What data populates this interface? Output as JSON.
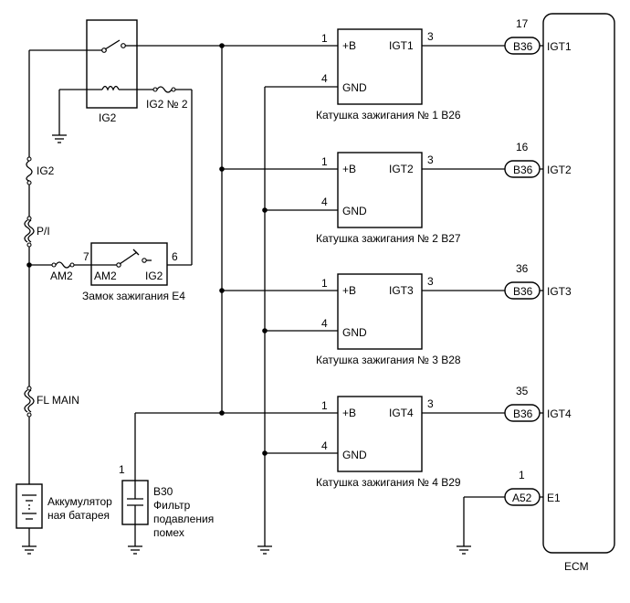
{
  "relay": {
    "name": "IG2",
    "fuse_label": "IG2 № 2"
  },
  "fuses": {
    "ig2": "IG2",
    "pi": "P/I",
    "am2": "AM2",
    "fl_main": "FL MAIN"
  },
  "ignition_switch": {
    "name": "Замок зажигания E4",
    "pin_in": "7",
    "pin_out": "6",
    "terminal_am2": "AM2",
    "terminal_ig2": "IG2"
  },
  "battery": {
    "label_line1": "Аккумулятор",
    "label_line2": "ная батарея"
  },
  "noise_filter": {
    "pin": "1",
    "label_line1": "B30",
    "label_line2": "Фильтр",
    "label_line3": "подавления",
    "label_line4": "помех"
  },
  "coils": [
    {
      "name": "Катушка зажигания № 1 B26",
      "pin_b": "1",
      "pin_gnd": "4",
      "pin_igt": "3",
      "term_b": "+B",
      "term_igt": "IGT1",
      "term_gnd": "GND"
    },
    {
      "name": "Катушка зажигания № 2 B27",
      "pin_b": "1",
      "pin_gnd": "4",
      "pin_igt": "3",
      "term_b": "+B",
      "term_igt": "IGT2",
      "term_gnd": "GND"
    },
    {
      "name": "Катушка зажигания № 3 B28",
      "pin_b": "1",
      "pin_gnd": "4",
      "pin_igt": "3",
      "term_b": "+B",
      "term_igt": "IGT3",
      "term_gnd": "GND"
    },
    {
      "name": "Катушка зажигания № 4 B29",
      "pin_b": "1",
      "pin_gnd": "4",
      "pin_igt": "3",
      "term_b": "+B",
      "term_igt": "IGT4",
      "term_gnd": "GND"
    }
  ],
  "ecm": {
    "name": "ECM",
    "inputs": [
      {
        "connector": "B36",
        "pin": "17",
        "terminal": "IGT1"
      },
      {
        "connector": "B36",
        "pin": "16",
        "terminal": "IGT2"
      },
      {
        "connector": "B36",
        "pin": "36",
        "terminal": "IGT3"
      },
      {
        "connector": "B36",
        "pin": "35",
        "terminal": "IGT4"
      },
      {
        "connector": "A52",
        "pin": "1",
        "terminal": "E1"
      }
    ]
  }
}
